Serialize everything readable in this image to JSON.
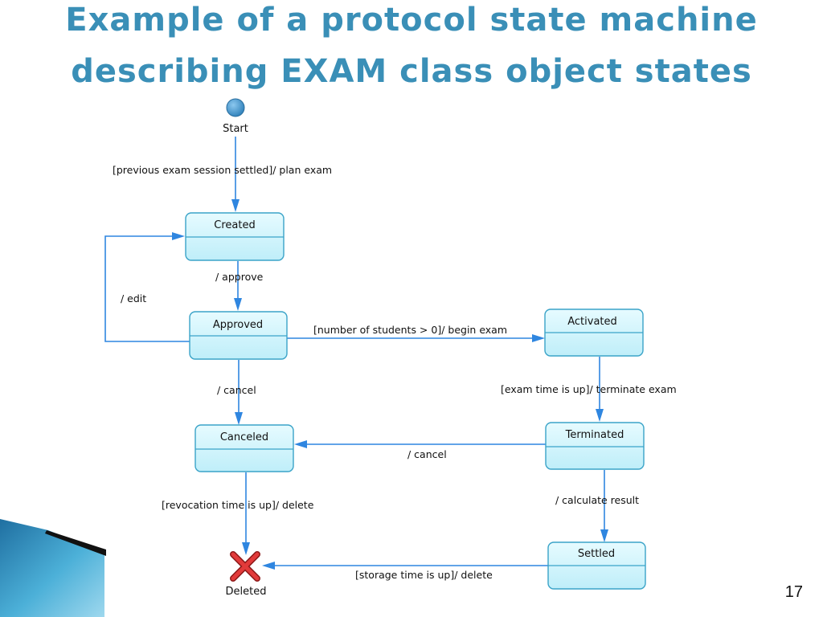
{
  "slide": {
    "title_line1": "Example of a protocol state machine",
    "title_line2": "describing EXAM class object states",
    "page_number": "17"
  },
  "diagram": {
    "start_label": "Start",
    "end_label": "Deleted",
    "states": {
      "created": "Created",
      "approved": "Approved",
      "activated": "Activated",
      "canceled": "Canceled",
      "terminated": "Terminated",
      "settled": "Settled"
    },
    "transitions": {
      "start_to_created": "[previous exam session settled]/ plan exam",
      "created_to_approved": "/ approve",
      "approved_to_created": "/ edit",
      "approved_to_activated": "[number of students > 0]/ begin exam",
      "approved_to_canceled": "/ cancel",
      "activated_to_terminated": "[exam time is up]/ terminate exam",
      "terminated_to_canceled": "/ cancel",
      "canceled_to_deleted": "[revocation time is up]/ delete",
      "terminated_to_settled": "/ calculate result",
      "settled_to_deleted": "[storage time is up]/ delete"
    }
  },
  "colors": {
    "title": "#3a8fb7",
    "state_fill": "#cdf3fb",
    "state_border": "#3aa3c8",
    "arrow": "#2f86e0",
    "end_marker": "#d62d2d",
    "start_marker": "#3d8ec9"
  }
}
